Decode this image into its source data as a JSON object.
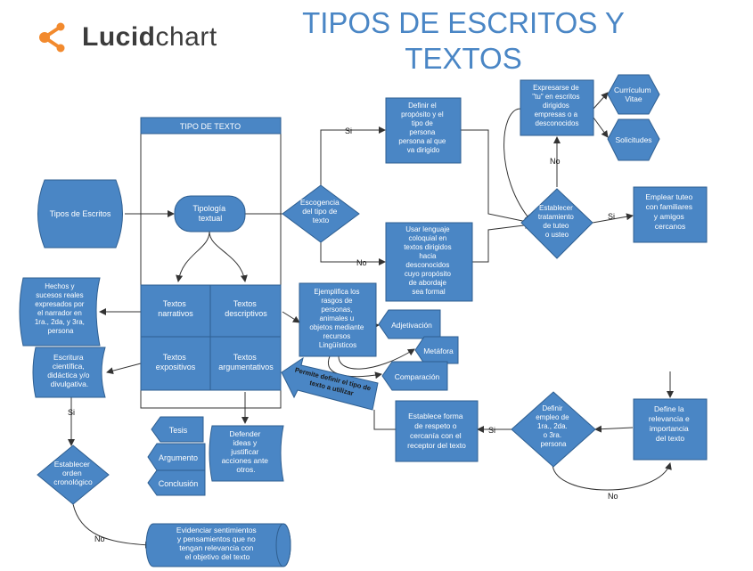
{
  "logo": {
    "part1": "Lucid",
    "part2": "chart",
    "icon": "lucidchart-logo-icon",
    "accent": "#f28a2e"
  },
  "title": {
    "line1": "TIPOS DE ESCRITOS Y",
    "line2": "TEXTOS"
  },
  "colors": {
    "box": "#4a86c5",
    "box_stroke": "#2f5f91",
    "text": "#ffffff",
    "line": "#333333"
  },
  "nodes": {
    "tipo_texto_header": "TIPO DE TEXTO",
    "tipos_escritos": "Tipos de Escritos",
    "tipologia": [
      "Tipología",
      "textual"
    ],
    "escogencia": [
      "Escogencia",
      "del tipo de",
      "texto"
    ],
    "definir_proposito": [
      "Definir el",
      "propósito y el",
      "tipo de",
      "persona",
      "persona al que",
      "va dirigido"
    ],
    "usar_lenguaje": [
      "Usar lenguaje",
      "coloquial en",
      "textos dirigidos",
      "hacia",
      "desconocidos",
      "cuyo propósito",
      "de abordaje",
      "sea formal"
    ],
    "expresarse": [
      "Expresarse de",
      "\"tu\" en escritos",
      "dirigidos",
      "empresas o a",
      "desconocidos"
    ],
    "curriculum": [
      "Currículum",
      "Vitae"
    ],
    "solicitudes": "Solicitudes",
    "establecer_tratamiento": [
      "Establecer",
      "tratamiento",
      "de tuteo",
      "o usteo"
    ],
    "emplear_tuteo": [
      "Emplear tuteo",
      "con familiares",
      "y amigos",
      "cercanos"
    ],
    "narrativos": [
      "Textos",
      "narrativos"
    ],
    "descriptivos": [
      "Textos",
      "descriptivos"
    ],
    "expositivos": [
      "Textos",
      "expositivos"
    ],
    "argumentativos": [
      "Textos",
      "argumentativos"
    ],
    "hechos": [
      "Hechos y",
      "sucesos reales",
      "expresados por",
      "el narrador en",
      "1ra., 2da, y 3ra,",
      "persona"
    ],
    "escritura": [
      "Escritura",
      "científica,",
      "didáctica y/o",
      "divulgativa."
    ],
    "ejemplifica": [
      "Ejemplifica los",
      "rasgos de",
      "personas,",
      "animales u",
      "objetos mediante",
      "recursos",
      "Lingüísticos"
    ],
    "adjetivacion": "Adjetivación",
    "metafora": "Metáfora",
    "comparacion": "Comparación",
    "permite": [
      "Permite definir el tipo de",
      "texto a utilizar"
    ],
    "tesis": "Tesis",
    "argumento": "Argumento",
    "conclusion": "Conclusión",
    "defender": [
      "Defender",
      "ideas y",
      "justificar",
      "acciones ante",
      "otros."
    ],
    "establecer_orden": [
      "Establecer",
      "orden",
      "cronológico"
    ],
    "evidenciar": [
      "Evidenciar sentimientos",
      "y pensamientos que no",
      "tengan relevancia con",
      "el objetivo del texto"
    ],
    "define_relevancia": [
      "Define la",
      "relevancia e",
      "importancia",
      "del texto"
    ],
    "definir_empleo": [
      "Definir",
      "empleo de",
      "1ra., 2da.",
      "o 3ra.",
      "persona"
    ],
    "establece_forma": [
      "Establece forma",
      "de respeto o",
      "cercanía con el",
      "receptor del texto"
    ]
  },
  "labels": {
    "si": "Si",
    "no": "No"
  }
}
